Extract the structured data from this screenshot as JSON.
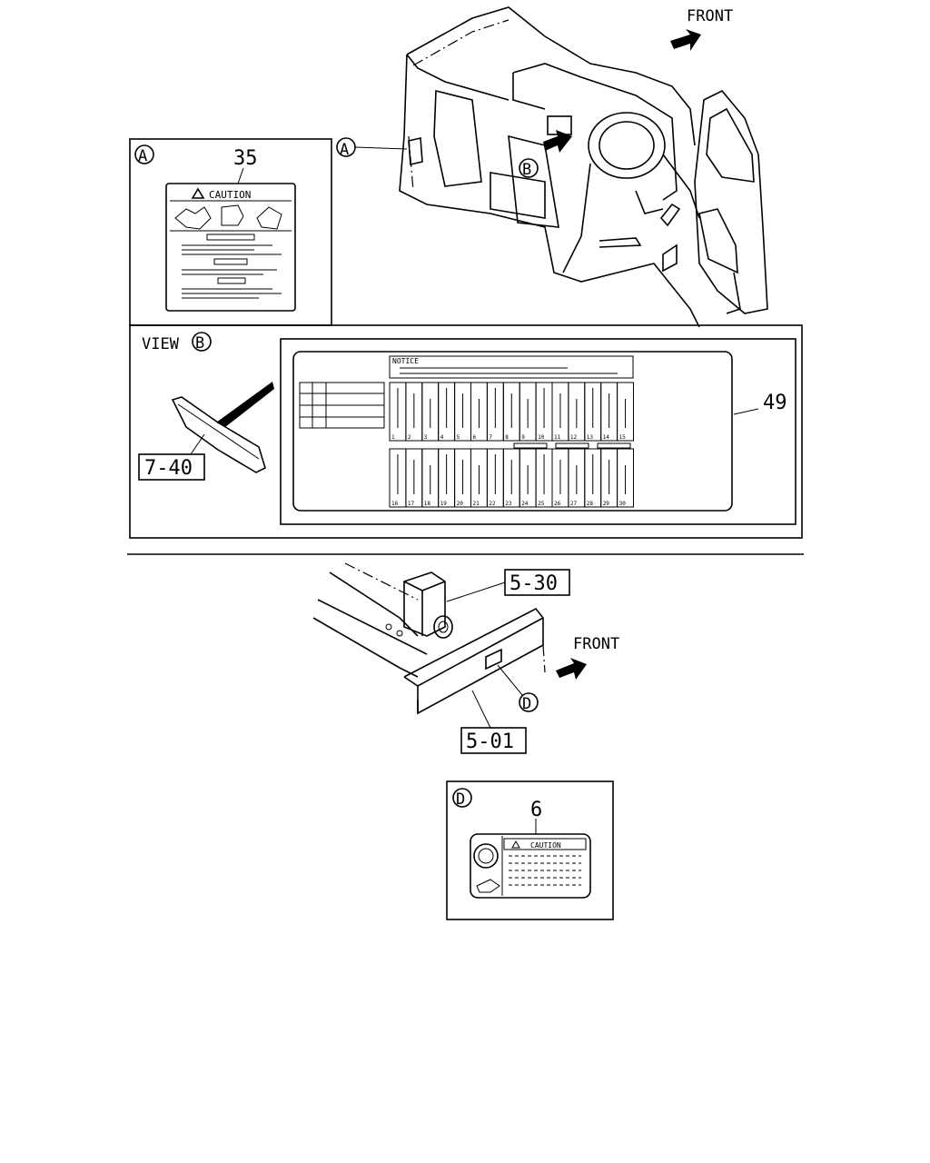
{
  "upper_view": {
    "front_label": "FRONT",
    "ref_a": "A",
    "ref_b": "B"
  },
  "detail_a": {
    "marker": "A",
    "part_number": "35",
    "label_heading": "CAUTION"
  },
  "view_b": {
    "title_word": "VIEW",
    "marker": "B",
    "part_ref": "7-40",
    "label_number": "49",
    "notice_heading": "NOTICE",
    "fuse_numbers_row1": [
      "1",
      "2",
      "3",
      "4",
      "5",
      "6",
      "7",
      "8",
      "9",
      "10",
      "11",
      "12",
      "13",
      "14",
      "15"
    ],
    "fuse_numbers_row2": [
      "16",
      "17",
      "18",
      "19",
      "20",
      "21",
      "22",
      "23",
      "24",
      "25",
      "26",
      "27",
      "28",
      "29",
      "30"
    ]
  },
  "frame_view": {
    "front_label": "FRONT",
    "ref_top": "5-30",
    "ref_bottom": "5-01",
    "ref_d": "D"
  },
  "detail_d": {
    "marker": "D",
    "part_number": "6",
    "label_heading": "CAUTION"
  }
}
